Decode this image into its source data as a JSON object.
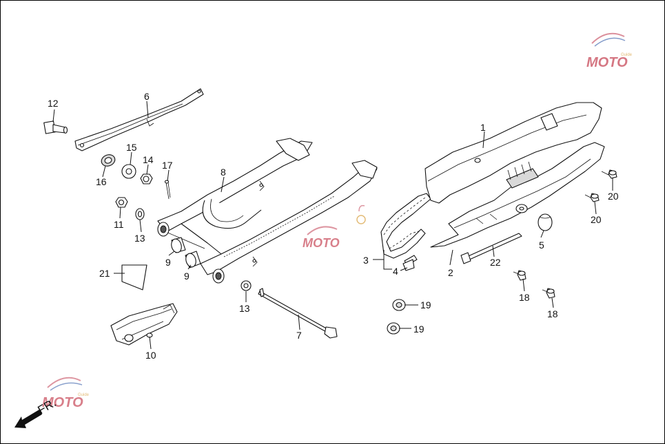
{
  "diagram": {
    "callouts": [
      "1",
      "2",
      "3",
      "4",
      "5",
      "6",
      "7",
      "8",
      "9",
      "9",
      "10",
      "11",
      "12",
      "13",
      "13",
      "14",
      "15",
      "16",
      "17",
      "18",
      "18",
      "19",
      "19",
      "20",
      "20",
      "21",
      "22"
    ],
    "front_marker": "FR.",
    "watermark": {
      "logo_text": "MOTO",
      "sub_text": "Guide"
    }
  }
}
